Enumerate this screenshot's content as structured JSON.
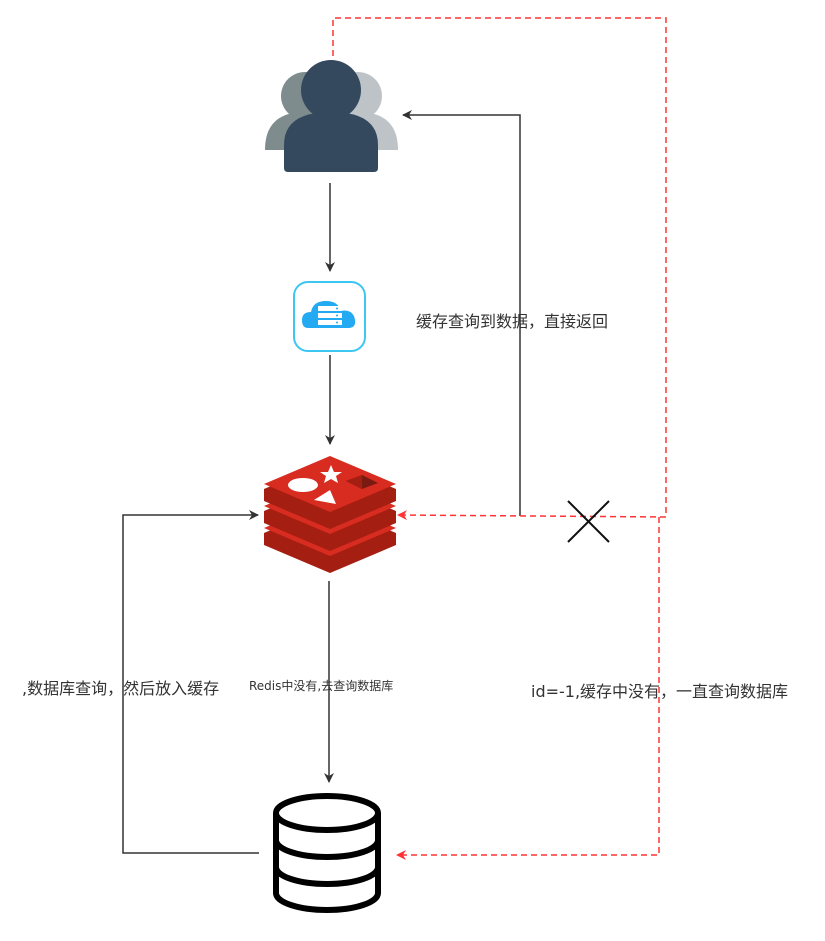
{
  "labels": {
    "cache_hit": "缓存查询到数据，直接返回",
    "redis_miss": "Redis中没有,去查询数据库",
    "db_to_cache": ",数据库查询，然后放入缓存",
    "penetration": "id=-1,缓存中没有，一直查询数据库"
  },
  "nodes": {
    "users": "users-icon",
    "gateway": "cloud-server-icon",
    "cache": "redis-icon",
    "database": "database-icon"
  },
  "colors": {
    "user_front": "#34495e",
    "user_back": "#7f8c8d",
    "user_back_light": "#bdc3c7",
    "cloud_border": "#3ec6f2",
    "cloud_fill": "#23aaf2",
    "redis_dark": "#a41e11",
    "redis_mid": "#d82c20",
    "redis_top": "#d82c20",
    "normal_flow": "#333333",
    "penetration_flow": "#ff3333",
    "cross": "#111111"
  }
}
